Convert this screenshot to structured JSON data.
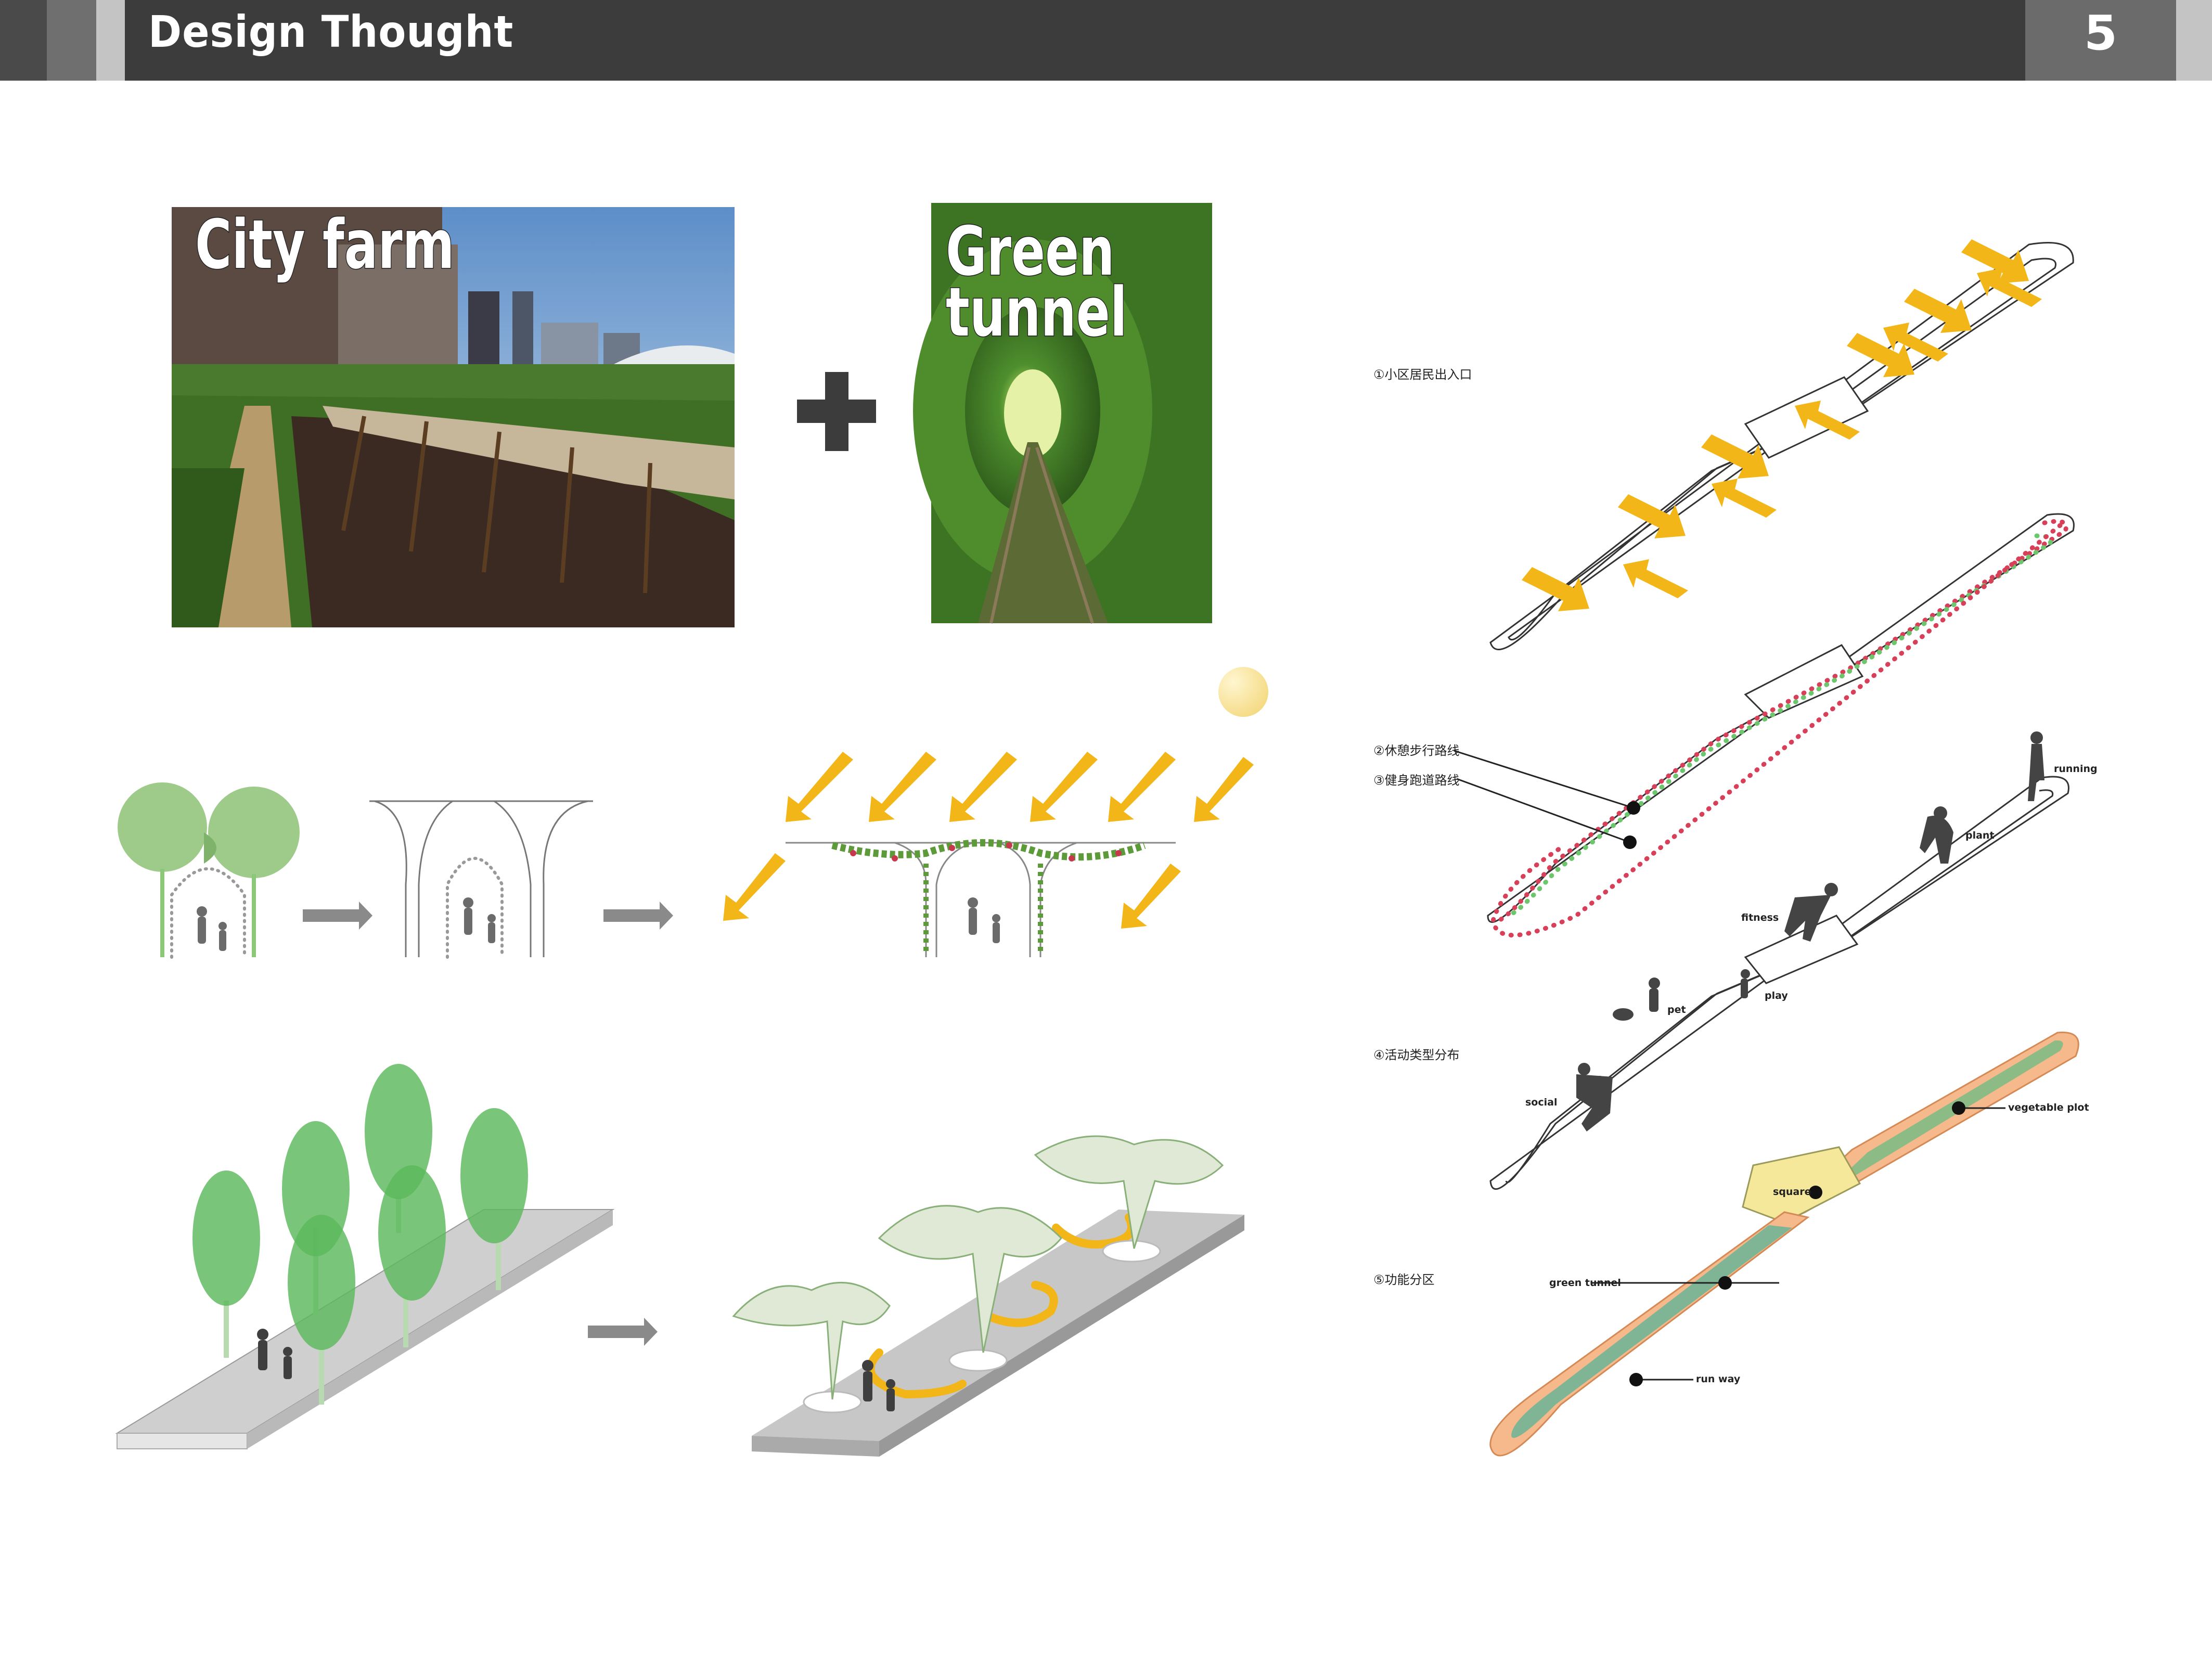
{
  "header": {
    "title": "Design Thought",
    "page_number": "5"
  },
  "photos": {
    "city_farm_label": "City farm",
    "green_tunnel_line1": "Green",
    "green_tunnel_line2": "tunnel"
  },
  "steps": {
    "step1": "①小区居民出入口",
    "step2": "②休憩步行路线",
    "step3": "③健身跑道路线",
    "step4": "④活动类型分布",
    "step5": "⑤功能分区"
  },
  "activities": {
    "running": "running",
    "plant": "plant",
    "fitness": "fitness",
    "pet": "pet",
    "play": "play",
    "social": "social"
  },
  "zones": {
    "vegetable_plot": "vegetable plot",
    "square": "square",
    "green_tunnel": "green tunnel",
    "run_way": "run way"
  },
  "colors": {
    "header_bg": "#3c3c3c",
    "arrow_yellow": "#f2b619",
    "tree_green": "#6cc070",
    "runway_green": "#7fb595",
    "zone_orange": "#f6b98c",
    "square_yellow": "#f6e89a",
    "dot_red": "#d8405a",
    "dot_green": "#6cc66c"
  }
}
